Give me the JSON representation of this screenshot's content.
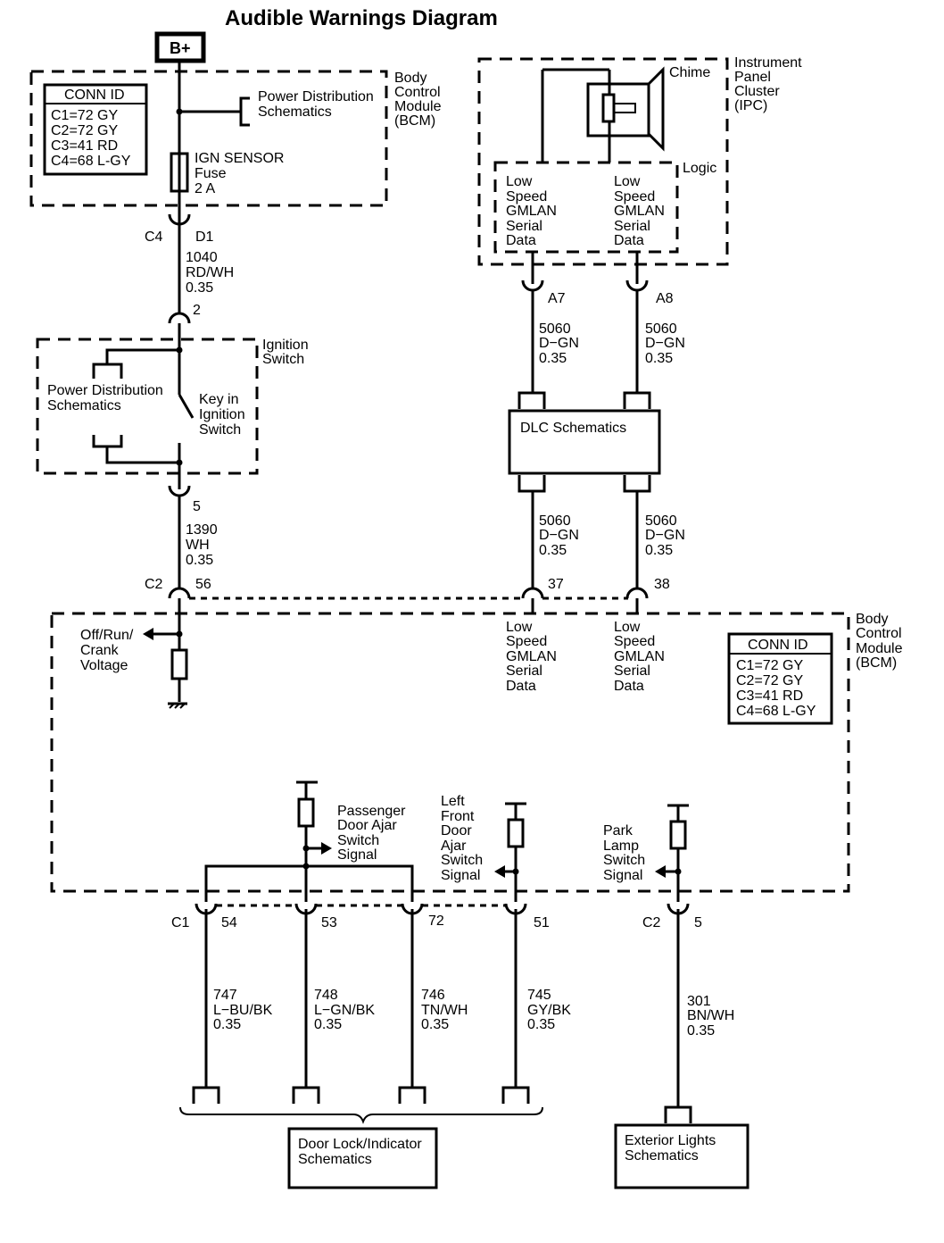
{
  "title": "Audible Warnings Diagram",
  "power": {
    "label": "B+"
  },
  "bcm_top": {
    "name": [
      "Body",
      "Control",
      "Module",
      "(BCM)"
    ],
    "conn_header": "CONN ID",
    "conn_rows": [
      "C1=72 GY",
      "C2=72 GY",
      "C3=41 RD",
      "C4=68 L-GY"
    ],
    "power_dist": [
      "Power Distribution",
      "Schematics"
    ],
    "fuse": [
      "IGN SENSOR",
      "Fuse",
      "2 A"
    ]
  },
  "conn_c4": {
    "left": "C4",
    "right": "D1"
  },
  "wire_1040": [
    "1040",
    "RD/WH",
    "0.35"
  ],
  "pin_2": "2",
  "ignition": {
    "name": [
      "Ignition",
      "Switch"
    ],
    "power_dist": [
      "Power Distribution",
      "Schematics"
    ],
    "key": [
      "Key in",
      "Ignition",
      "Switch"
    ]
  },
  "pin_5_ign": "5",
  "wire_1390": [
    "1390",
    "WH",
    "0.35"
  ],
  "conn_c2": {
    "left": "C2",
    "right": "56"
  },
  "ipc": {
    "name": [
      "Instrument",
      "Panel",
      "Cluster",
      "(IPC)"
    ],
    "chime": "Chime",
    "logic": "Logic",
    "data_left": [
      "Low",
      "Speed",
      "GMLAN",
      "Serial",
      "Data"
    ],
    "data_right": [
      "Low",
      "Speed",
      "GMLAN",
      "Serial",
      "Data"
    ]
  },
  "pins_ipc": {
    "a7": "A7",
    "a8": "A8"
  },
  "wire_5060": [
    "5060",
    "D−GN",
    "0.35"
  ],
  "dlc": {
    "label": "DLC Schematics"
  },
  "pins_bcm_data": {
    "p37": "37",
    "p38": "38"
  },
  "bcm_main": {
    "name": [
      "Body",
      "Control",
      "Module",
      "(BCM)"
    ],
    "conn_header": "CONN ID",
    "conn_rows": [
      "C1=72 GY",
      "C2=72 GY",
      "C3=41 RD",
      "C4=68 L-GY"
    ],
    "offrun": [
      "Off/Run/",
      "Crank",
      "Voltage"
    ],
    "data_left": [
      "Low",
      "Speed",
      "GMLAN",
      "Serial",
      "Data"
    ],
    "data_right": [
      "Low",
      "Speed",
      "GMLAN",
      "Serial",
      "Data"
    ],
    "pass_door": [
      "Passenger",
      "Door Ajar",
      "Switch",
      "Signal"
    ],
    "lf_door": [
      "Left",
      "Front",
      "Door",
      "Ajar",
      "Switch",
      "Signal"
    ],
    "park_lamp": [
      "Park",
      "Lamp",
      "Switch",
      "Signal"
    ]
  },
  "bottom_conn": {
    "c1": "C1",
    "c2": "C2",
    "p54": "54",
    "p53": "53",
    "p72": "72",
    "p51": "51",
    "p5": "5"
  },
  "wires_bottom": {
    "w747": [
      "747",
      "L−BU/BK",
      "0.35"
    ],
    "w748": [
      "748",
      "L−GN/BK",
      "0.35"
    ],
    "w746": [
      "746",
      "TN/WH",
      "0.35"
    ],
    "w745": [
      "745",
      "GY/BK",
      "0.35"
    ],
    "w301": [
      "301",
      "BN/WH",
      "0.35"
    ]
  },
  "door_lock": [
    "Door Lock/Indicator",
    "Schematics"
  ],
  "ext_lights": [
    "Exterior Lights",
    "Schematics"
  ]
}
